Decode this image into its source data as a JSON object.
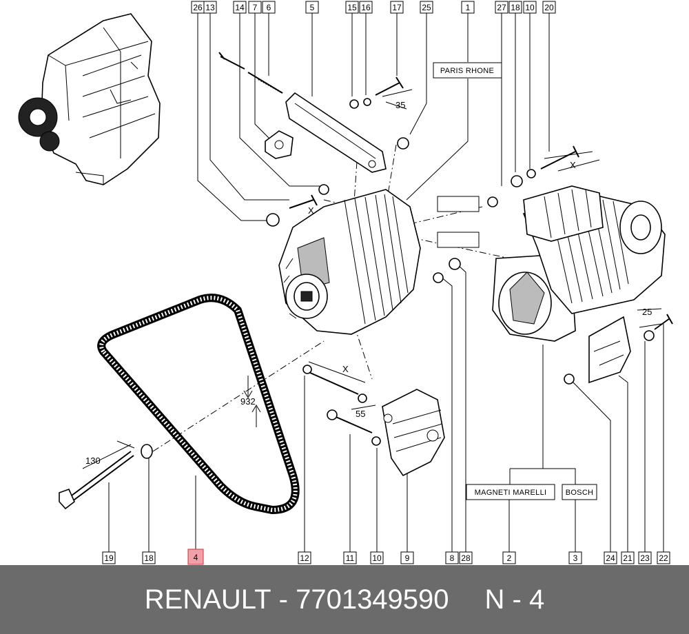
{
  "callouts": [
    {
      "id": "26",
      "label": "26"
    },
    {
      "id": "13",
      "label": "13"
    },
    {
      "id": "14",
      "label": "14"
    },
    {
      "id": "7",
      "label": "7"
    },
    {
      "id": "6",
      "label": "6"
    },
    {
      "id": "5",
      "label": "5"
    },
    {
      "id": "15",
      "label": "15"
    },
    {
      "id": "16",
      "label": "16"
    },
    {
      "id": "17",
      "label": "17"
    },
    {
      "id": "25",
      "label": "25"
    },
    {
      "id": "1",
      "label": "1"
    },
    {
      "id": "27",
      "label": "27"
    },
    {
      "id": "18a",
      "label": "18"
    },
    {
      "id": "10a",
      "label": "10"
    },
    {
      "id": "20",
      "label": "20"
    },
    {
      "id": "19",
      "label": "19"
    },
    {
      "id": "18b",
      "label": "18"
    },
    {
      "id": "4",
      "label": "4",
      "highlight": true
    },
    {
      "id": "12",
      "label": "12"
    },
    {
      "id": "11",
      "label": "11"
    },
    {
      "id": "10b",
      "label": "10"
    },
    {
      "id": "9",
      "label": "9"
    },
    {
      "id": "8",
      "label": "8"
    },
    {
      "id": "28",
      "label": "28"
    },
    {
      "id": "2",
      "label": "2"
    },
    {
      "id": "3",
      "label": "3"
    },
    {
      "id": "24",
      "label": "24"
    },
    {
      "id": "21",
      "label": "21"
    },
    {
      "id": "23",
      "label": "23"
    },
    {
      "id": "22",
      "label": "22"
    }
  ],
  "brands": {
    "paris_rhone": "PARIS RHONE",
    "magneti_marelli": "MAGNETI MARELLI",
    "bosch": "BOSCH",
    "blank_1": "",
    "blank_2": ""
  },
  "dimensions": {
    "d35": "35",
    "x_top_stud": "X",
    "x_starter_bolt": "X",
    "d25": "25",
    "belt_length": "932",
    "x_long_bolt": "X",
    "d55": "55",
    "d130": "130"
  },
  "footer": {
    "brand": "RENAULT",
    "separator": "-",
    "part_number": "7701349590",
    "reference": "N - 4"
  },
  "colors": {
    "footer_bg": "#6b6b6b",
    "footer_text": "#ffffff",
    "highlight_fill": "#f2a0a8",
    "highlight_stroke": "#d0303c"
  }
}
